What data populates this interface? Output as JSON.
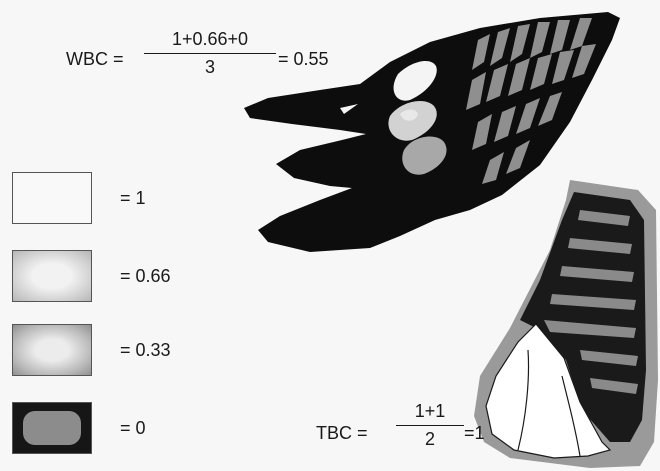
{
  "wbc_formula": {
    "lhs": "WBC =",
    "numerator": "1+0.66+0",
    "denominator": "3",
    "result": "= 0.55"
  },
  "tbc_formula": {
    "lhs": "TBC =",
    "numerator": "1+1",
    "denominator": "2",
    "result": "=1"
  },
  "legend": [
    {
      "value": "= 1",
      "fill": "#f9f9f9"
    },
    {
      "value": "= 0.66",
      "fill": "#c9c9c9"
    },
    {
      "value": "= 0.33",
      "fill": "#a0a0a0"
    },
    {
      "value": "= 0",
      "fill": "#161616"
    }
  ],
  "colors": {
    "wing_black": "#0d0d0d",
    "wing_bar_grey": "#8f8f8f",
    "patch_white": "#f4f4f4",
    "patch_grey": "#a8a8a8",
    "tail_grey": "#9a9a9a"
  }
}
